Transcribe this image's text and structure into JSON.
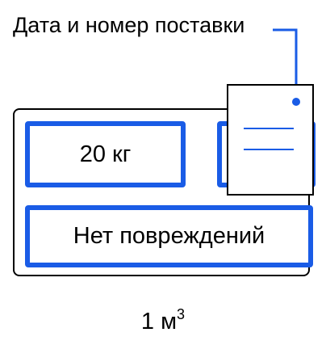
{
  "callout": {
    "label": "Дата и номер поставки"
  },
  "package": {
    "weight": "20 кг",
    "condition": "Нет повреждений"
  },
  "volume": {
    "value": "1 м",
    "exponent": "3"
  },
  "colors": {
    "accent": "#1a5ce6",
    "stroke": "#000000",
    "background": "#ffffff"
  },
  "icons": {
    "document": "document-icon"
  }
}
